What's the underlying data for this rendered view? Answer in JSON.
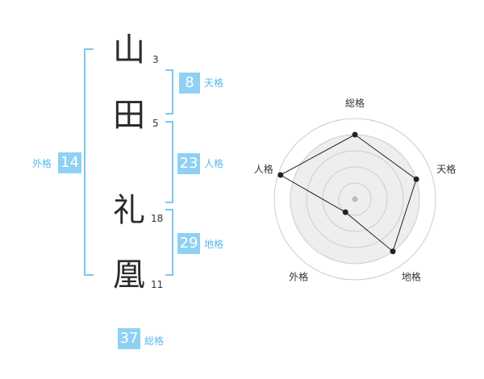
{
  "name": {
    "chars": [
      "山",
      "田",
      "礼",
      "凰"
    ],
    "strokes": [
      "3",
      "5",
      "18",
      "11"
    ]
  },
  "fortunes": {
    "tenkaku": {
      "value": "8",
      "label": "天格"
    },
    "jinkaku": {
      "value": "23",
      "label": "人格"
    },
    "chikaku": {
      "value": "29",
      "label": "地格"
    },
    "gaikaku": {
      "value": "14",
      "label": "外格"
    },
    "soukaku": {
      "value": "37",
      "label": "総格"
    }
  },
  "chart_data": {
    "type": "radar",
    "axes": [
      "総格",
      "天格",
      "地格",
      "外格",
      "人格"
    ],
    "values": [
      0.8,
      0.8,
      0.8,
      0.2,
      0.97
    ],
    "range": [
      0,
      1
    ],
    "rings": 5,
    "colors": {
      "grid": "#cccccc",
      "fill": "#eeeeee",
      "line": "#222222",
      "center": "#bbbbbb"
    }
  }
}
